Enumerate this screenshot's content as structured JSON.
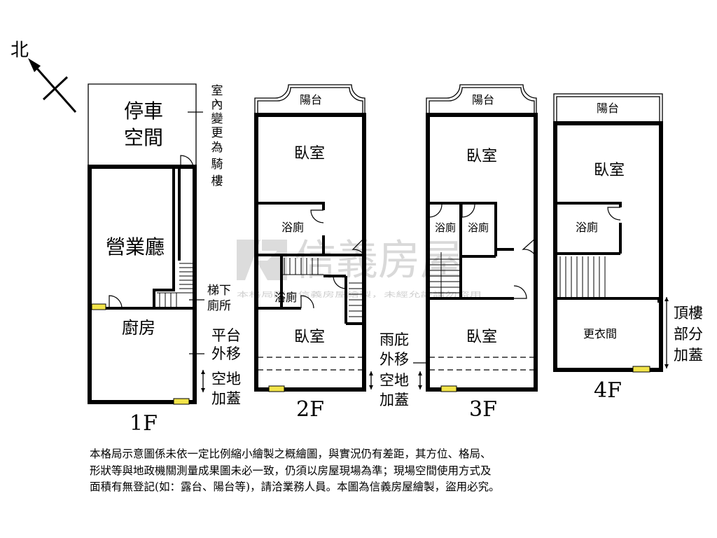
{
  "compass": {
    "north": "北"
  },
  "watermark": {
    "brand": "信義房屋",
    "note": "本格局圖由信義房屋繪製，未經允許請勿盜用"
  },
  "floors": {
    "f1": {
      "label": "1F",
      "rooms": {
        "parking": [
          "停車",
          "空間"
        ],
        "business": "營業廳",
        "kitchen": "廚房"
      }
    },
    "f2": {
      "label": "2F",
      "rooms": {
        "balcony": "陽台",
        "bedroom_front": "臥室",
        "bath_a": "浴廁",
        "bath_b": "浴廁",
        "bedroom_back": "臥室"
      }
    },
    "f3": {
      "label": "3F",
      "rooms": {
        "balcony": "陽台",
        "bedroom_front": "臥室",
        "bath_a": "浴廁",
        "bath_b": "浴廁",
        "bedroom_back": "臥室"
      }
    },
    "f4": {
      "label": "4F",
      "rooms": {
        "balcony": "陽台",
        "bedroom": "臥室",
        "bath": "浴廁",
        "closet": "更衣間"
      }
    }
  },
  "annotations": {
    "indoor_arcade": [
      "室",
      "內",
      "變",
      "更",
      "為",
      "騎",
      "樓"
    ],
    "under_stairs": [
      "梯下",
      "廁所"
    ],
    "platform_moved": [
      "平台",
      "外移"
    ],
    "open_space_1": [
      "空地",
      "加蓋"
    ],
    "canopy_moved": [
      "雨庇",
      "外移"
    ],
    "open_space_2": [
      "空地",
      "加蓋"
    ],
    "rooftop_addition": [
      "頂樓",
      "部分",
      "加蓋"
    ]
  },
  "disclaimer": [
    "本格局示意圖係未依一定比例縮小繪製之概繪圖，與實況仍有差距，其方位、格局、",
    "形狀等與地政機關測量成果圖未必一致，仍須以房屋現場為準；現場空間使用方式及",
    "面積有無登記(如：露台、陽台等)，請洽業務人員。本圖為信義房屋繪製，盜用必究。"
  ]
}
